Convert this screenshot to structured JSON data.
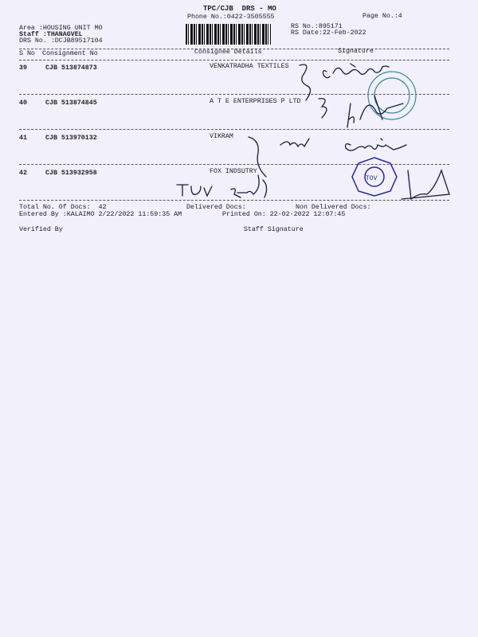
{
  "header": {
    "title": "TPC/CJB  DRS - MO",
    "phone": "Phone No.:0422-3505555",
    "page_no": "Page No.:4",
    "area": "Area :HOUSING UNIT MO",
    "staff": "Staff :THANAGVEL",
    "drs_no": "DRS No. :DCJB89517104",
    "rs_no": "RS No.:895171",
    "rs_date": "RS Date:22-Feb-2022"
  },
  "columns": [
    "S No",
    "Consignment No",
    "Consignee Details",
    "Signature"
  ],
  "rows": [
    {
      "sno": "39",
      "consignment": "CJB 513874873",
      "consignee": "VENKATRADHA TEXTILES"
    },
    {
      "sno": "40",
      "consignment": "CJB 513874845",
      "consignee": "A T E ENTERPRISES P LTD"
    },
    {
      "sno": "41",
      "consignment": "CJB 513970132",
      "consignee": "VIKRAM"
    },
    {
      "sno": "42",
      "consignment": "CJB 513932958",
      "consignee": "FOX INDSUTRY"
    }
  ],
  "footer": {
    "total": "Total No. Of Docs:  42",
    "delivered": "Delivered Docs:",
    "non_delivered": "Non Delivered Docs:",
    "entered": "Entered By :KALAIMO 2/22/2022 11:59:35 AM",
    "printed": "Printed On: 22-02-2022 12:07:45",
    "verified": "Verified By",
    "staff_signature": "Staff Signature"
  },
  "stamps": [
    "TUV",
    "TOV"
  ]
}
